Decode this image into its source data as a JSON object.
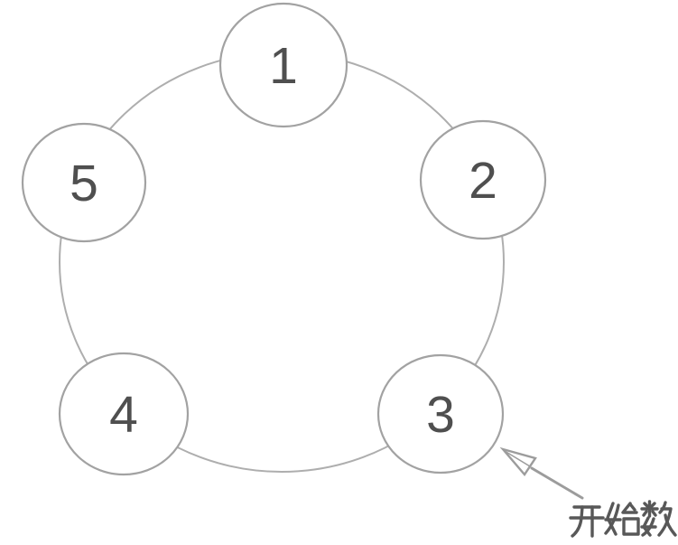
{
  "nodes": [
    {
      "label": "1"
    },
    {
      "label": "2"
    },
    {
      "label": "3"
    },
    {
      "label": "4"
    },
    {
      "label": "5"
    }
  ],
  "annotation": {
    "label": "开始数",
    "points_to_node": "3"
  },
  "colors": {
    "ring_outline": "#aeaeae",
    "node_outline": "#a2a2a2",
    "node_fill": "#ffffff",
    "number_text": "#4f4f4f",
    "annotation_text": "#585858",
    "arrow": "#9c9c9c",
    "background": "#ffffff"
  }
}
